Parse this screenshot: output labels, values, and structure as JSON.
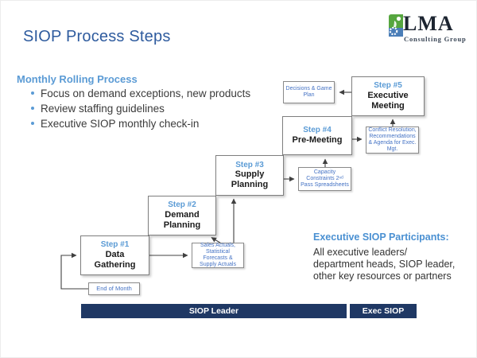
{
  "slide": {
    "title": "SIOP Process Steps",
    "logo": {
      "name": "LMA",
      "subtitle": "Consulting Group"
    },
    "intro": {
      "heading": "Monthly Rolling Process",
      "bullets": [
        "Focus on demand exceptions, new products",
        "Review staffing guidelines",
        "Executive SIOP monthly check-in"
      ]
    },
    "steps": [
      {
        "label": "Step #1",
        "name": "Data Gathering"
      },
      {
        "label": "Step #2",
        "name": "Demand Planning"
      },
      {
        "label": "Step #3",
        "name": "Supply Planning"
      },
      {
        "label": "Step #4",
        "name": "Pre-Meeting"
      },
      {
        "label": "Step #5",
        "name": "Executive Meeting"
      }
    ],
    "artifacts": {
      "decisions": "Decisions & Game Plan",
      "conflict": "Conflict Resolution, Recommendations & Agenda for Exec. Mgt.",
      "capacity": "Capacity Constraints 2ⁿᵈ Pass Spreadsheets",
      "sales": "Sales Actuals, Statistical Forecasts & Supply Actuals",
      "end_of_month": "End of Month"
    },
    "participants": {
      "heading": "Executive SIOP Participants:",
      "lines": [
        "All executive leaders/",
        "department heads, SIOP leader,",
        "other key resources  or partners"
      ]
    },
    "lanes": [
      {
        "label": "SIOP Leader"
      },
      {
        "label": "Exec SIOP"
      }
    ],
    "colors": {
      "title_blue": "#2e5b9e",
      "heading_light_blue": "#5b9bd5",
      "artifact_text_blue": "#4472c4",
      "lane_navy": "#1f3864",
      "logo_green": "#56a63f",
      "logo_steel_blue": "#4b7eb8"
    }
  }
}
